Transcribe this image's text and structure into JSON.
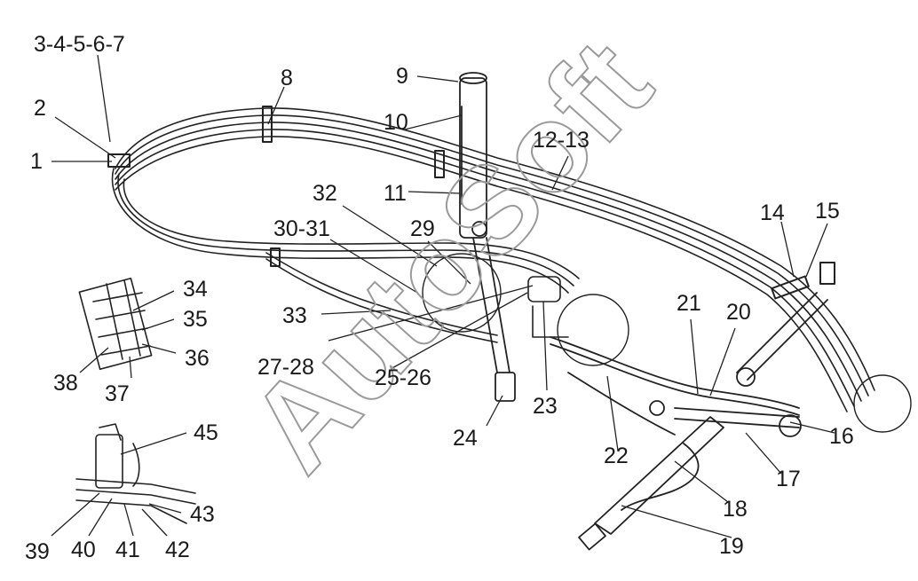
{
  "watermark": "AutoSoft",
  "labels": {
    "l1": "1",
    "l2": "2",
    "l3": "3-4-5-6-7",
    "l8": "8",
    "l9": "9",
    "l10": "10",
    "l11": "11",
    "l12": "12-13",
    "l14": "14",
    "l15": "15",
    "l16": "16",
    "l17": "17",
    "l18": "18",
    "l19": "19",
    "l20": "20",
    "l21": "21",
    "l22": "22",
    "l23": "23",
    "l24": "24",
    "l25": "25-26",
    "l27": "27-28",
    "l29": "29",
    "l30": "30-31",
    "l32": "32",
    "l33": "33",
    "l34": "34",
    "l35": "35",
    "l36": "36",
    "l37": "37",
    "l38": "38",
    "l39": "39",
    "l40": "40",
    "l41": "41",
    "l42": "42",
    "l43": "43",
    "l45": "45"
  }
}
